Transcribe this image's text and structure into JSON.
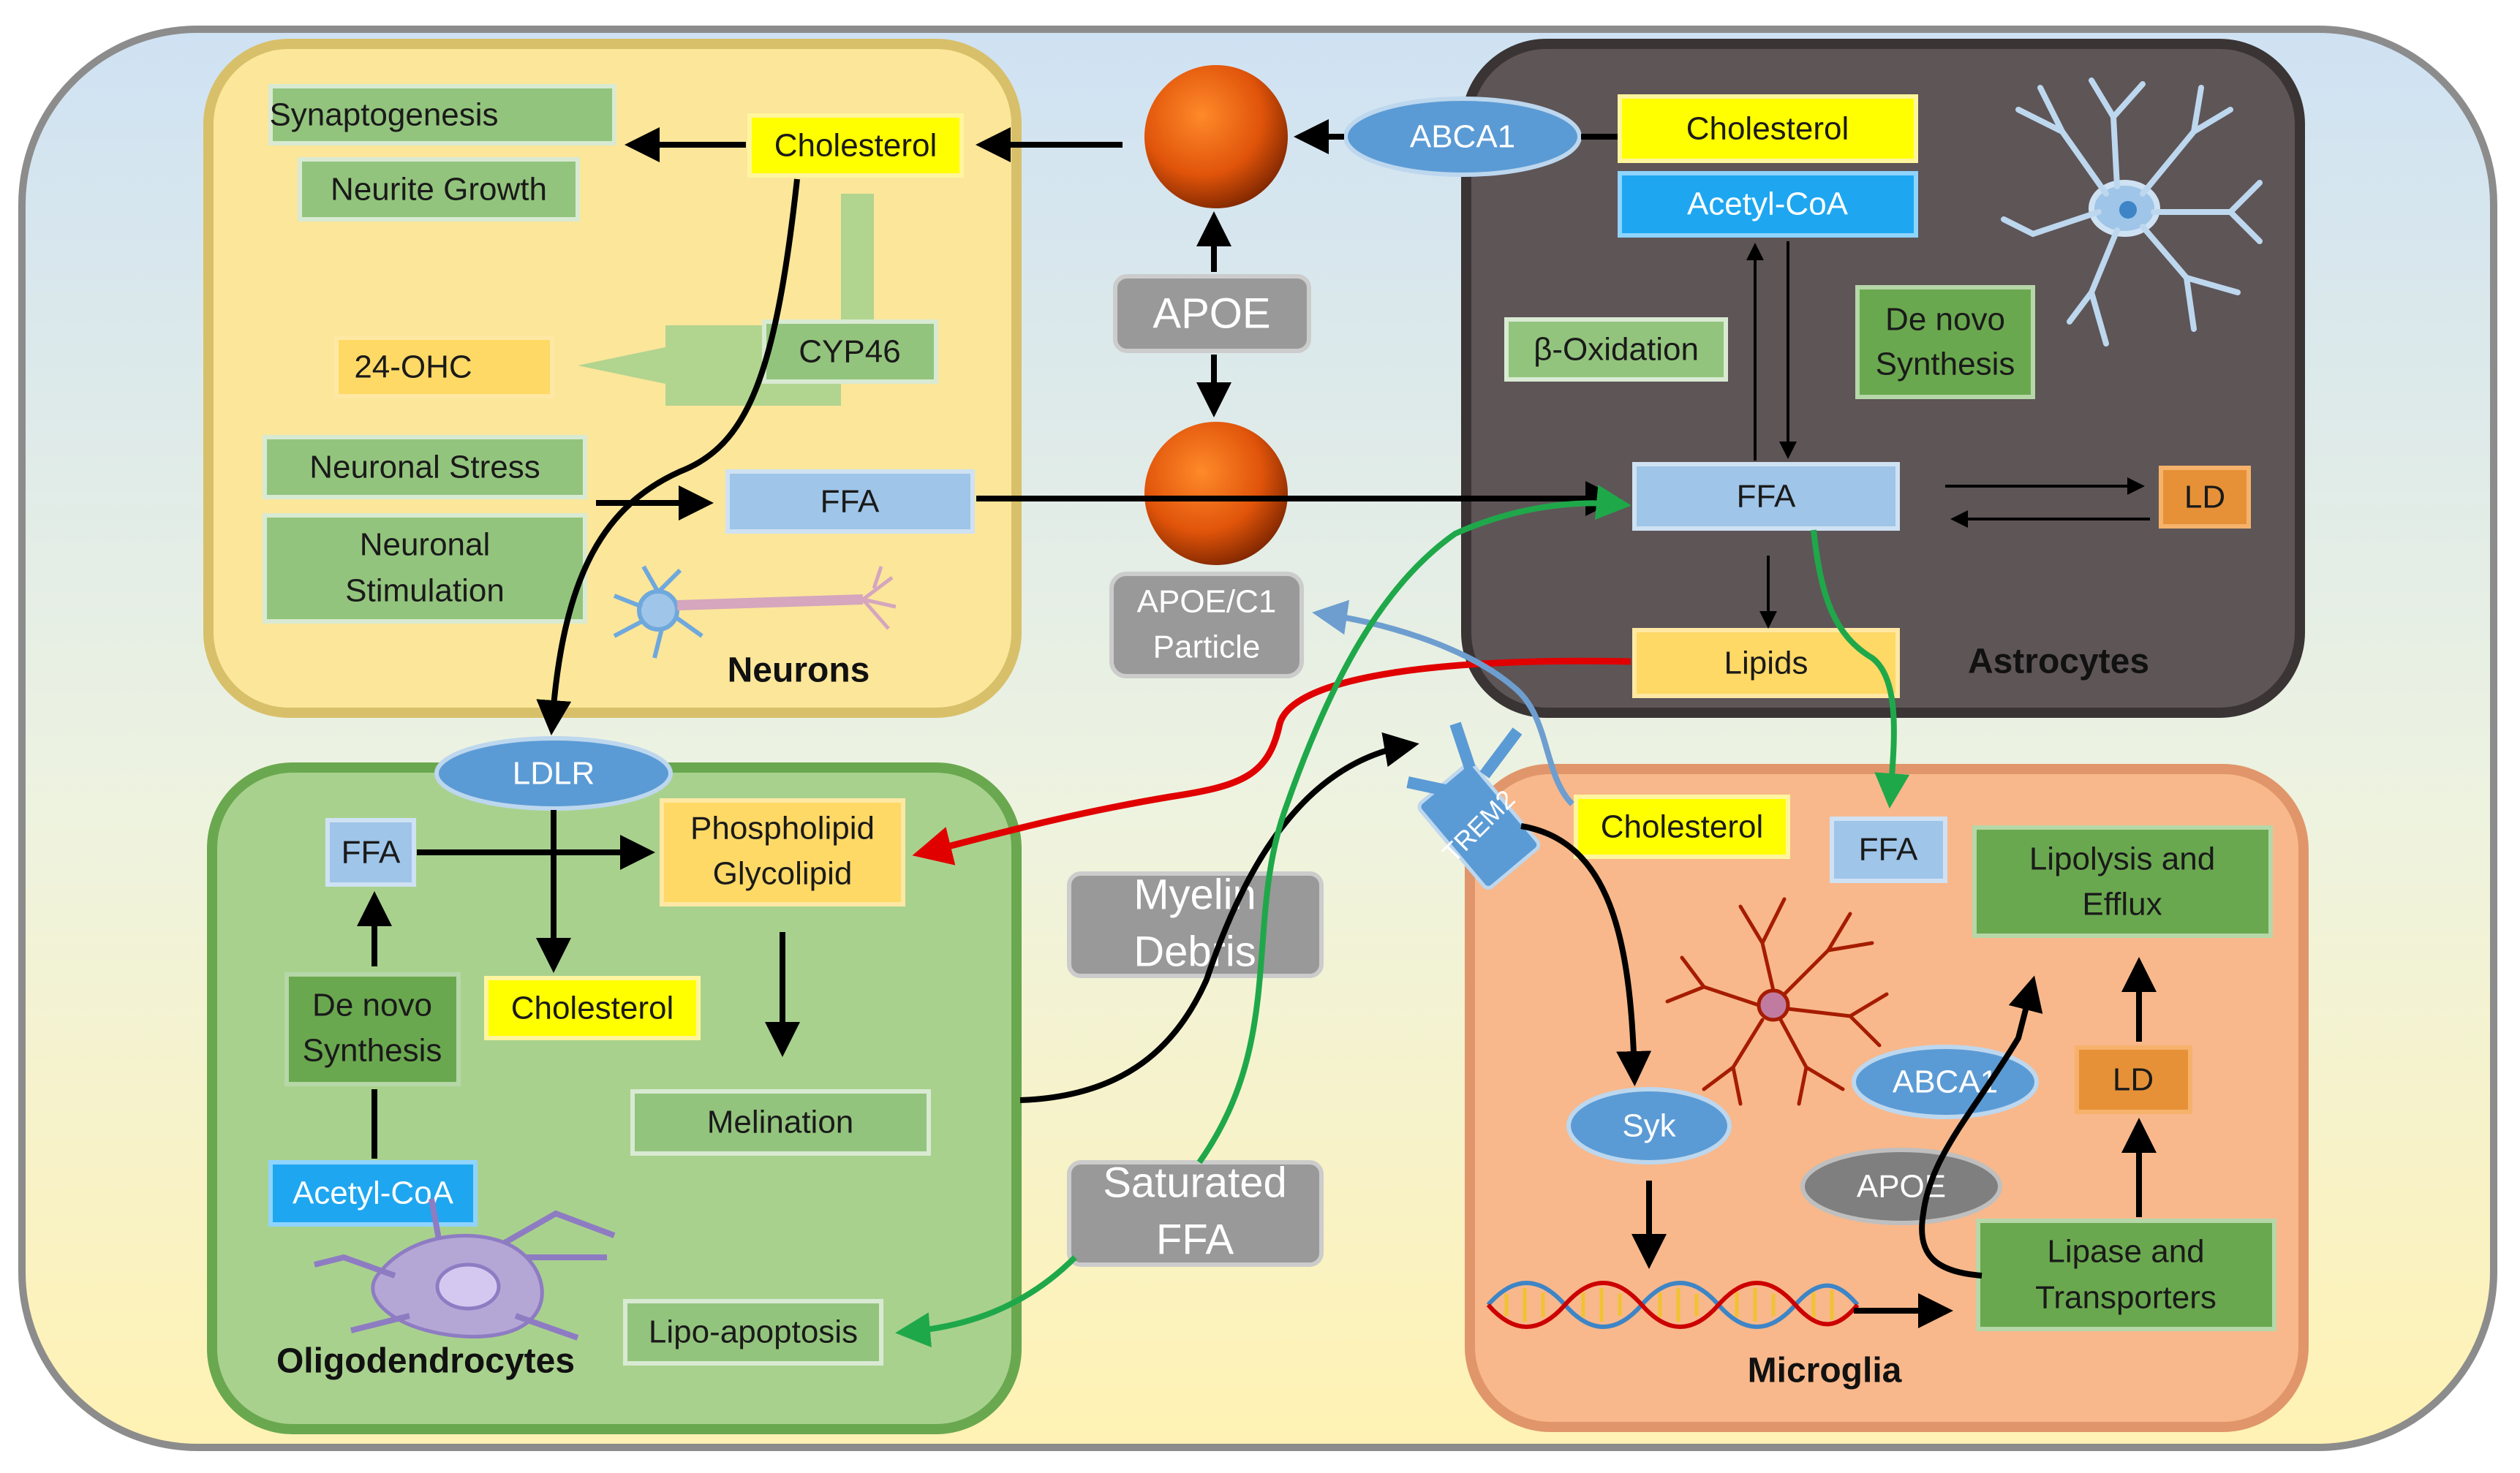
{
  "neurons": {
    "title": "Neurons",
    "synaptogenesis": "Synaptogenesis",
    "neurite_growth": "Neurite Growth",
    "cholesterol": "Cholesterol",
    "cyp46": "CYP46",
    "ohc": "24-OHC",
    "neuronal_stress": "Neuronal Stress",
    "neuronal_stimulation_1": "Neuronal",
    "neuronal_stimulation_2": "Stimulation",
    "ffa": "FFA"
  },
  "center": {
    "apoe": "APOE",
    "apoe_c1_1": "APOE/C1",
    "apoe_c1_2": "Particle",
    "myelin_1": "Myelin",
    "myelin_2": "Debris",
    "sat_ffa_1": "Saturated",
    "sat_ffa_2": "FFA"
  },
  "astrocytes": {
    "title": "Astrocytes",
    "abca1": "ABCA1",
    "cholesterol": "Cholesterol",
    "acetyl_coa": "Acetyl-CoA",
    "beta_oxidation": "β-Oxidation",
    "de_novo_1": "De novo",
    "de_novo_2": "Synthesis",
    "ffa": "FFA",
    "ld": "LD",
    "lipids": "Lipids"
  },
  "oligodendrocytes": {
    "title": "Oligodendrocytes",
    "ldlr": "LDLR",
    "ffa": "FFA",
    "phospholipid": "Phospholipid",
    "glycolipid": "Glycolipid",
    "cholesterol": "Cholesterol",
    "de_novo_1": "De novo",
    "de_novo_2": "Synthesis",
    "melination": "Melination",
    "acetyl_coa": "Acetyl-CoA",
    "lipo_apoptosis": "Lipo-apoptosis"
  },
  "microglia": {
    "title": "Microglia",
    "trem2": "TREM2",
    "cholesterol": "Cholesterol",
    "ffa": "FFA",
    "lipolysis_1": "Lipolysis and",
    "lipolysis_2": "Efflux",
    "syk": "Syk",
    "abca1": "ABCA1",
    "ld": "LD",
    "apoe": "APOE",
    "lipase_1": "Lipase and",
    "lipase_2": "Transporters"
  },
  "colors": {
    "neurons_bg": "#fbe69a",
    "astrocytes_bg": "#5e5557",
    "oligodendrocytes_bg": "#a9d18e",
    "microglia_bg": "#f8b88b",
    "red_arrow": "#e00000",
    "green_arrow": "#1fa84a",
    "blue_arrow": "#6d9ecf"
  }
}
